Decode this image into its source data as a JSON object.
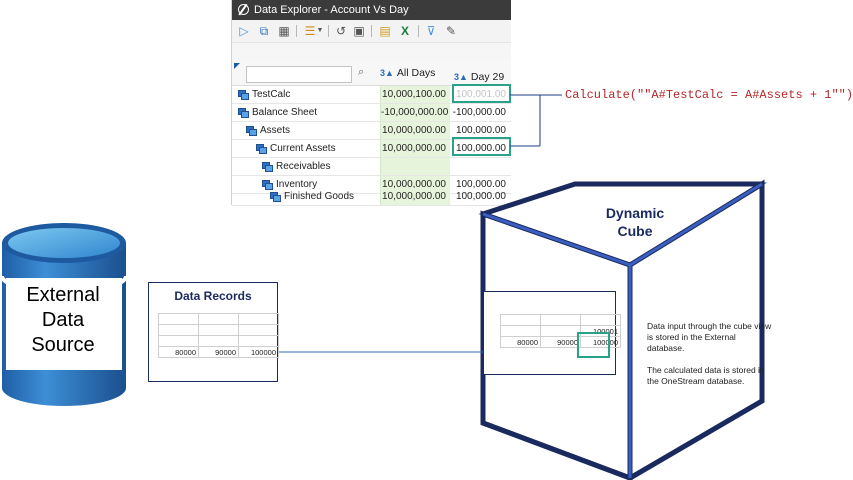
{
  "window": {
    "title": "Data Explorer - Account Vs Day",
    "toolbar_icons": [
      "run-icon",
      "copy-icon",
      "calculator-icon",
      "layout-icon",
      "undo-icon",
      "save-icon",
      "report-icon",
      "excel-icon",
      "filter-icon",
      "edit-icon"
    ]
  },
  "grid": {
    "columns": [
      "All Days",
      "Day 29"
    ],
    "rows": [
      {
        "label": "TestCalc",
        "all_days": "10,000,100.00",
        "day29": "100,001.00"
      },
      {
        "label": "Balance Sheet",
        "all_days": "-10,000,000.00",
        "day29": "-100,000.00"
      },
      {
        "label": "Assets",
        "all_days": "10,000,000.00",
        "day29": "100,000.00"
      },
      {
        "label": "Current Assets",
        "all_days": "10,000,000.00",
        "day29": "100,000.00"
      },
      {
        "label": "Receivables",
        "all_days": "",
        "day29": ""
      },
      {
        "label": "Inventory",
        "all_days": "10,000,000.00",
        "day29": "100,000.00"
      },
      {
        "label": "Finished Goods",
        "all_days": "10,000,000.00",
        "day29": "100,000.00"
      }
    ]
  },
  "formula": "Calculate(\"\"A#TestCalc = A#Assets + 1\"\")",
  "source": {
    "label_lines": [
      "External",
      "Data",
      "Source"
    ]
  },
  "records": {
    "title": "Data Records",
    "values": [
      "80000",
      "90000",
      "100000"
    ]
  },
  "cube": {
    "title_lines": [
      "Dynamic",
      "Cube"
    ],
    "values": [
      "80000",
      "90000"
    ],
    "calc_value": "100001",
    "stored_value": "100000",
    "note_1": "Data input through the cube view is stored in the External database.",
    "note_2": "The  calculated data is stored in the OneStream database."
  },
  "colors": {
    "navy": "#1a2a5e",
    "blue": "#3b5fc0",
    "teal": "#2aa28a",
    "formula_red": "#b3272a",
    "cyl_blue": "#2f7fc7"
  }
}
